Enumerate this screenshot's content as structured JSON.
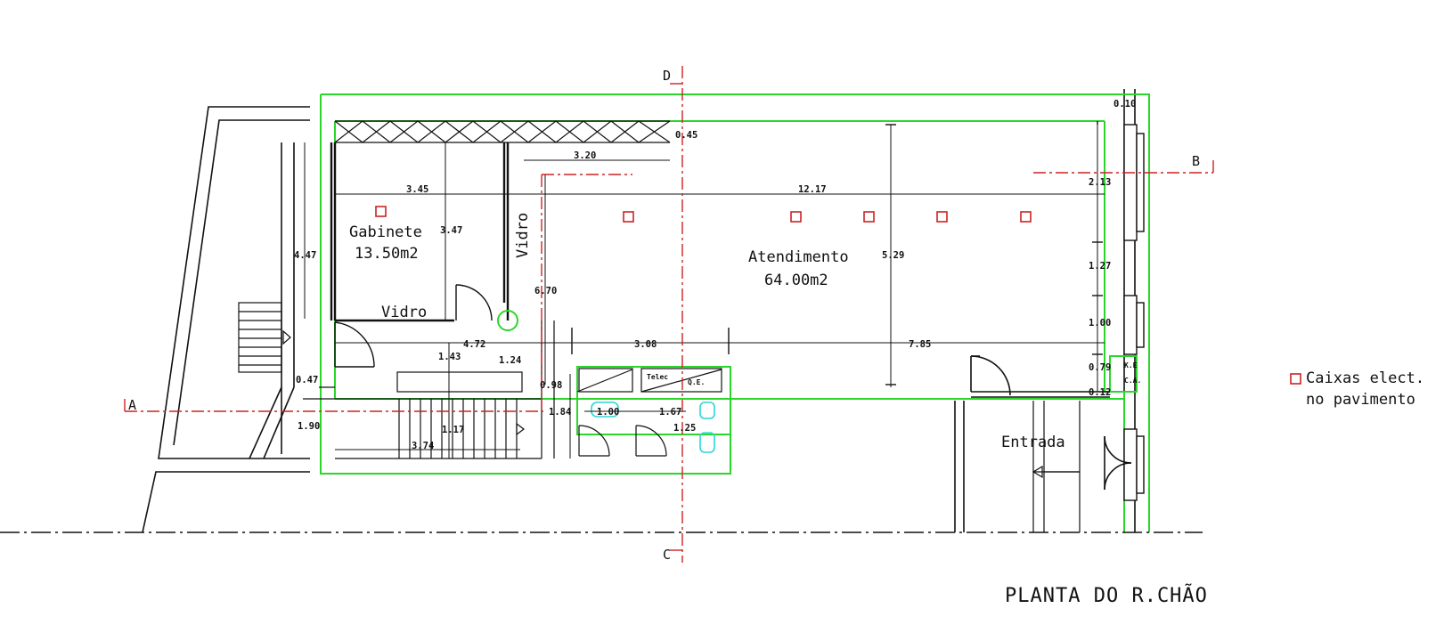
{
  "title": "PLANTA DO R.CHÃO",
  "rooms": {
    "gabinete_name": "Gabinete",
    "gabinete_area": "13.50m2",
    "atendimento_name": "Atendimento",
    "atendimento_area": "64.00m2",
    "entrada": "Entrada"
  },
  "labels": {
    "vidro_horizontal": "Vidro",
    "vidro_vertical": "Vidro",
    "telec": "Telec",
    "qe_small": "Q.E.",
    "ke": "K.E",
    "ca": "C.A."
  },
  "sections": {
    "a": "A",
    "b": "B",
    "c": "C",
    "d": "D"
  },
  "dimensions": {
    "d010": "0.10",
    "d045": "0.45",
    "d320": "3.20",
    "d345": "3.45",
    "d1217": "12.17",
    "d213": "2.13",
    "d347": "3.47",
    "d447": "4.47",
    "d670": "6.70",
    "d529": "5.29",
    "d127": "1.27",
    "d100": "1.00",
    "d472": "4.72",
    "d308": "3.08",
    "d785": "7.85",
    "d079": "0.79",
    "d143": "1.43",
    "d124": "1.24",
    "d047": "0.47",
    "d098": "0.98",
    "d184": "1.84",
    "d100b": "1.00",
    "d167": "1.67",
    "d125": "1.25",
    "d117": "1.17",
    "d374": "3.74",
    "d190": "1.90",
    "d012": "0.12"
  },
  "legend": {
    "line1": "Caixas elect.",
    "line2": "no pavimento"
  },
  "colors": {
    "wall_green": "#2bd62b",
    "section_red": "#cc2222",
    "line_black": "#111111"
  }
}
